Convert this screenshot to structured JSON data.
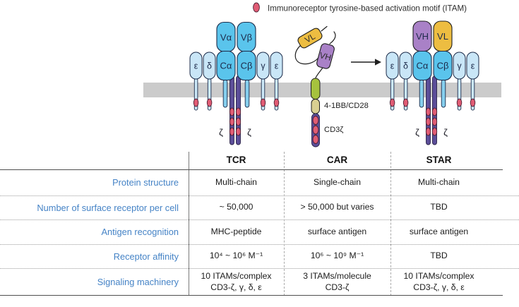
{
  "legend": {
    "label": "Immunoreceptor tyrosine-based activation motif (ITAM)"
  },
  "diagram": {
    "tcr": {
      "v_alpha": "Vα",
      "v_beta": "Vβ",
      "c_alpha": "Cα",
      "c_beta": "Cβ",
      "epsilon_left": "ε",
      "delta": "δ",
      "gamma": "γ",
      "epsilon_right": "ε",
      "zeta_left": "ζ",
      "zeta_right": "ζ"
    },
    "car": {
      "vl": "VL",
      "vh": "VH",
      "costim": "4-1BB/CD28",
      "signaling": "CD3ζ"
    },
    "star": {
      "vh": "VH",
      "vl": "VL",
      "c_alpha": "Cα",
      "c_beta": "Cβ",
      "epsilon_left": "ε",
      "delta": "δ",
      "gamma": "γ",
      "epsilon_right": "ε",
      "zeta_left": "ζ",
      "zeta_right": "ζ"
    }
  },
  "colors": {
    "itam_red": "#E05C74",
    "membrane_gray": "#CBCBCB",
    "domain_blue": "#5AC4EC",
    "domain_light_blue": "#C9E6F7",
    "zeta_purple": "#5C4E99",
    "vh_purple": "#A981C7",
    "vl_yellow": "#EDBD41",
    "tm_green": "#A6C23E",
    "costim_tan": "#D9CF91",
    "row_label_blue": "#4583C6"
  },
  "table": {
    "columns": [
      "TCR",
      "CAR",
      "STAR"
    ],
    "rows": [
      {
        "label": "Protein structure",
        "values": [
          "Multi-chain",
          "Single-chain",
          "Multi-chain"
        ]
      },
      {
        "label": "Number of surface receptor per cell",
        "values": [
          "~ 50,000",
          "> 50,000 but varies",
          "TBD"
        ]
      },
      {
        "label": "Antigen recognition",
        "values": [
          "MHC-peptide",
          "surface antigen",
          "surface antigen"
        ]
      },
      {
        "label": "Receptor affinity",
        "values": [
          "10⁴ ~ 10⁶ M⁻¹",
          "10⁶ ~ 10⁹ M⁻¹",
          "TBD"
        ]
      },
      {
        "label": "Signaling machinery",
        "values": [
          "10 ITAMs/complex\nCD3-ζ, γ, δ, ε",
          "3 ITAMs/molecule\nCD3-ζ",
          "10 ITAMs/complex\nCD3-ζ, γ, δ, ε"
        ]
      }
    ]
  }
}
